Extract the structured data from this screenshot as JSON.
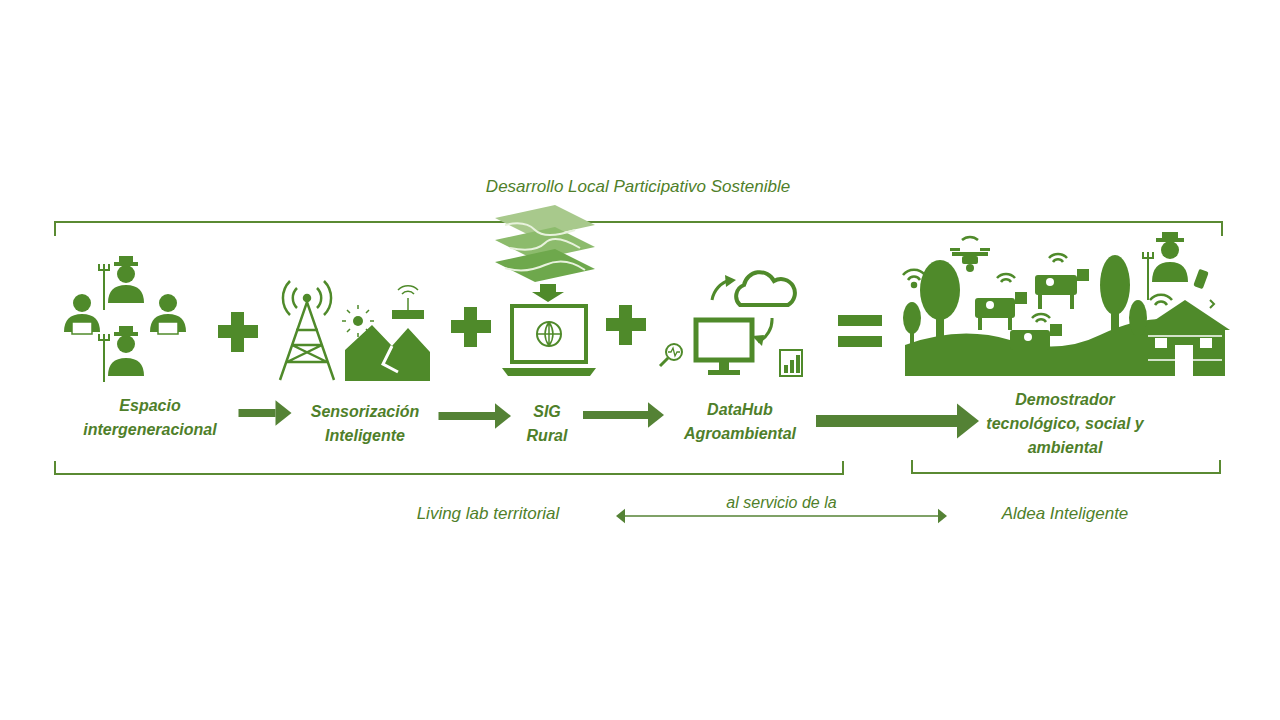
{
  "diagram": {
    "title": "Desarrollo Local Participativo Sostenible",
    "nodes": [
      {
        "text": [
          "Espacio intergeneracional"
        ]
      },
      {
        "text": [
          "Sensorización Inteligente"
        ]
      },
      {
        "text": [
          "SIG Rural"
        ]
      },
      {
        "text": [
          "DataHub Agroambiental"
        ]
      },
      {
        "text": [
          "Demostrador tecnológico, social y ambiental"
        ]
      },
      {
        "text": [
          "Living lab territorial"
        ]
      },
      {
        "text": [
          "Aldea Inteligente"
        ]
      }
    ],
    "edges": [
      {
        "from": 0,
        "to": 1,
        "arrow": "to"
      },
      {
        "from": 1,
        "to": 2,
        "arrow": "to"
      },
      {
        "from": 2,
        "to": 3,
        "arrow": "to"
      },
      {
        "from": 3,
        "to": 4,
        "arrow": "to"
      },
      {
        "from": 5,
        "to": 6,
        "label": "al servicio de la",
        "arrow": "both"
      }
    ]
  }
}
